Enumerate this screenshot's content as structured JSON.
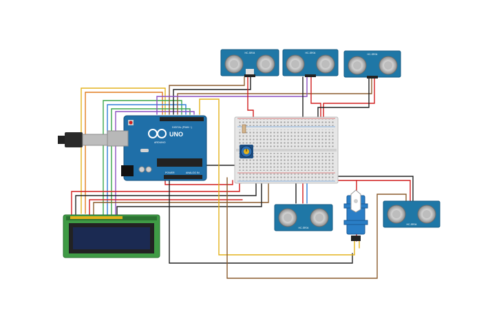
{
  "board": {
    "brand": "UNO",
    "digital_label": "DIGITAL (PWM ~)",
    "analog_label": "ANALOG IN",
    "power_label": "POWER",
    "model_label": "ARDUINO"
  },
  "sensors": {
    "top_label": "HC-SR04",
    "bottom_label": "HC-SR04"
  },
  "colors": {
    "board": "#1f6fa8",
    "board_dark": "#134f7c",
    "sensor": "#1f77a6",
    "breadboard": "#e6e6e6",
    "lcd_pcb": "#3f9b45",
    "lcd_screen": "#1b2a52",
    "servo": "#2a7ec6",
    "wire_red": "#d11d1d",
    "wire_black": "#202020",
    "wire_yellow": "#e3b21b",
    "wire_brown": "#8a5a2b",
    "wire_green": "#3aa64a",
    "wire_blue": "#2b7bd6",
    "wire_purple": "#8a4ec0",
    "wire_orange": "#e07a1c"
  }
}
